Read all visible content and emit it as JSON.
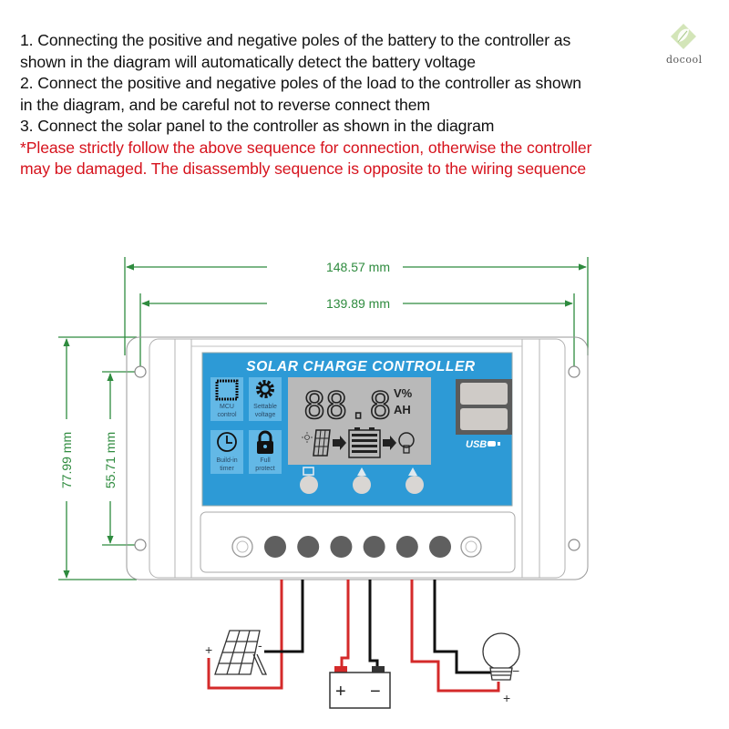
{
  "instructions": {
    "lines": [
      "1. Connecting the positive and negative poles of the battery to the controller as",
      "shown in the diagram will automatically detect the battery voltage",
      "2. Connect the positive and negative poles of the load to the controller as shown",
      "in the diagram, and be careful not to reverse connect them",
      "3. Connect the solar panel to the controller as shown in the diagram"
    ],
    "warning_lines": [
      "*Please strictly follow the above sequence for connection, otherwise the controller",
      "may be damaged. The disassembly sequence is opposite to the wiring sequence"
    ]
  },
  "watermark": {
    "brand": "docool",
    "icon": "leaf-diamond-icon"
  },
  "dimensions": {
    "overall_width": "148.57 mm",
    "mount_hole_width": "139.89 mm",
    "overall_height": "77.99 mm",
    "mount_hole_height": "55.71 mm"
  },
  "controller": {
    "title": "SOLAR CHARGE CONTROLLER",
    "features": [
      {
        "icon": "mcu-chip-icon",
        "label_1": "MCU",
        "label_2": "control"
      },
      {
        "icon": "gear-icon",
        "label_1": "Settable",
        "label_2": "voltage"
      },
      {
        "icon": "clock-icon",
        "label_1": "Build-in",
        "label_2": "timer"
      },
      {
        "icon": "lock-icon",
        "label_1": "Full",
        "label_2": "protect"
      }
    ],
    "lcd": {
      "digits": "88.8",
      "unit_top": "V%",
      "unit_bottom": "AH",
      "icons": [
        "sun-icon",
        "solar-panel-icon",
        "arrow-right-icon",
        "battery-icon",
        "arrow-right-icon",
        "bulb-icon"
      ]
    },
    "buttons": [
      {
        "icon": "screen-icon"
      },
      {
        "icon": "up-triangle-icon"
      },
      {
        "icon": "up-triangle-bulb-icon"
      }
    ],
    "usb_label": "USB",
    "terminals_count": 6
  },
  "wiring": {
    "solar_plus": "+",
    "solar_minus": "-",
    "battery_plus": "+",
    "battery_minus": "−",
    "load_plus": "+",
    "load_minus": "−"
  },
  "colors": {
    "dimension_green": "#2e8b3e",
    "panel_blue": "#2d9ad6",
    "lcd_gray": "#b9b9b9",
    "wire_red": "#d42a2a",
    "wire_black": "#111111",
    "warning_red": "#d6121c"
  }
}
